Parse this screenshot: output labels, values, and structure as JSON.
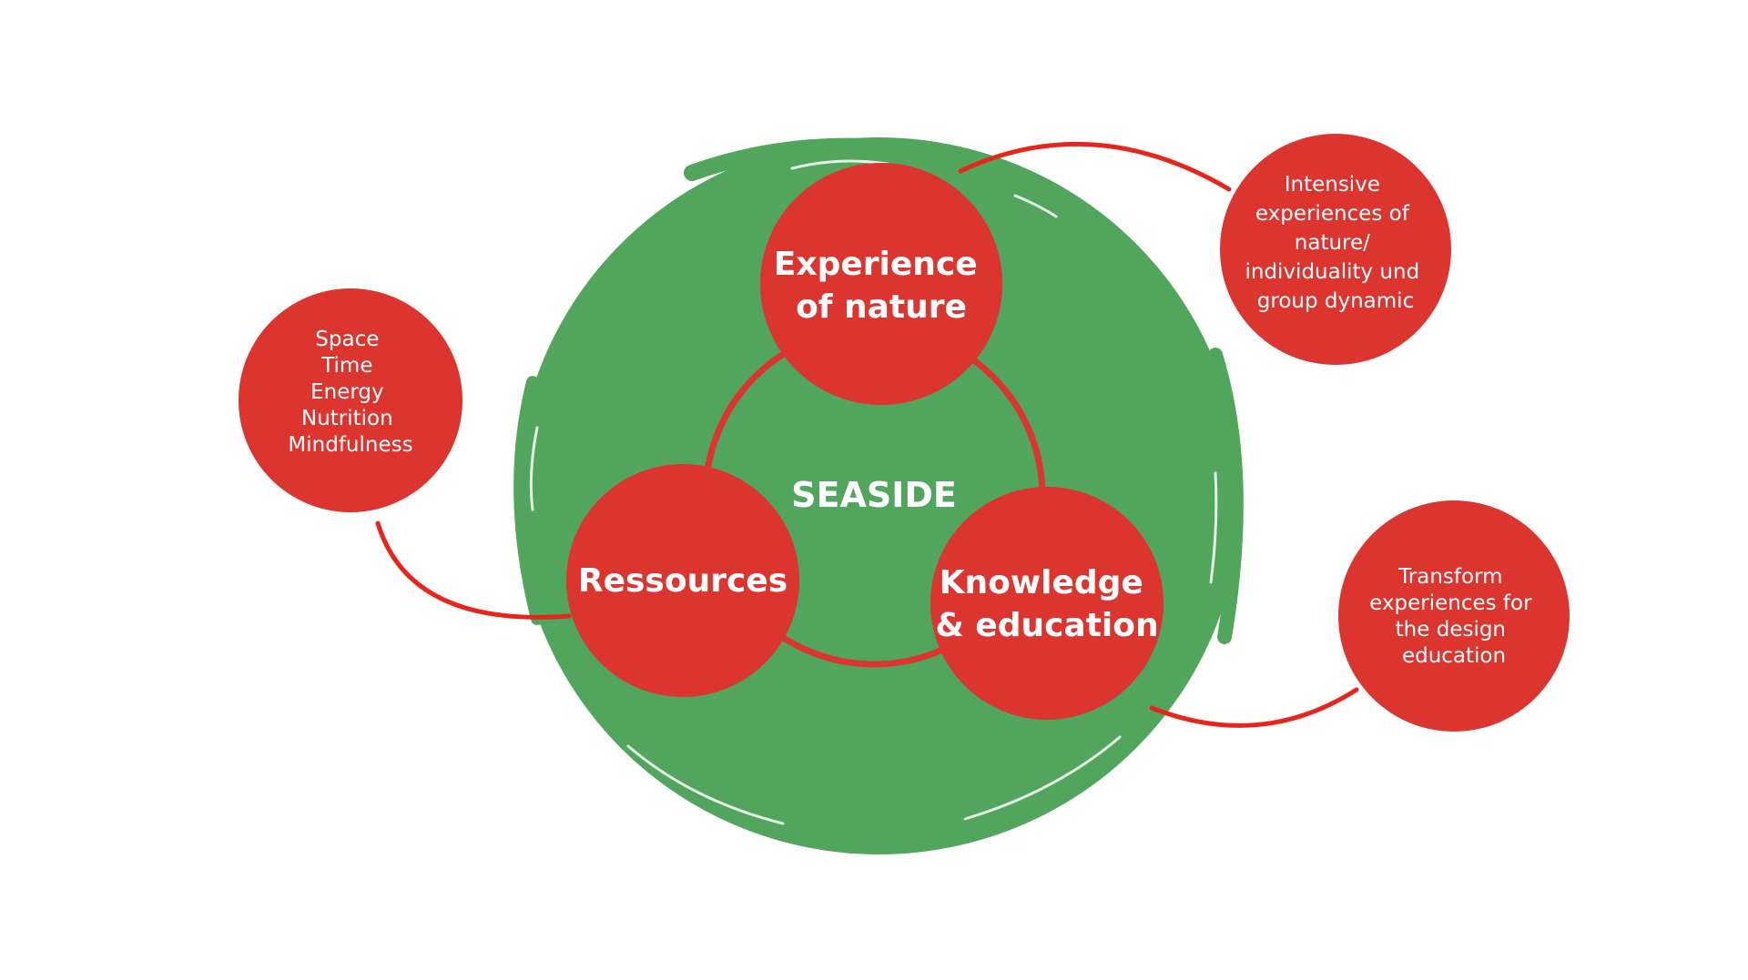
{
  "colors": {
    "green": "#52a55c",
    "red": "#dc342f",
    "connector": "#e8251c",
    "text": "#ffffff",
    "background": "#ffffff"
  },
  "center": {
    "label": "SEASIDE"
  },
  "main_circles": [
    {
      "id": "experience",
      "lines": [
        "Experience",
        "of nature"
      ]
    },
    {
      "id": "ressources",
      "lines": [
        "Ressources"
      ]
    },
    {
      "id": "knowledge",
      "lines": [
        "Knowledge",
        "& education"
      ]
    }
  ],
  "side_circles": [
    {
      "id": "resources-detail",
      "lines": [
        "Space",
        "Time",
        "Energy",
        "Nutrition",
        "Mindfulness"
      ]
    },
    {
      "id": "nature-detail",
      "lines": [
        "Intensive",
        "experiences of",
        "nature/",
        "individuality und",
        "group dynamic"
      ]
    },
    {
      "id": "education-detail",
      "lines": [
        "Transform",
        "experiences for",
        "the design",
        "education"
      ]
    }
  ]
}
